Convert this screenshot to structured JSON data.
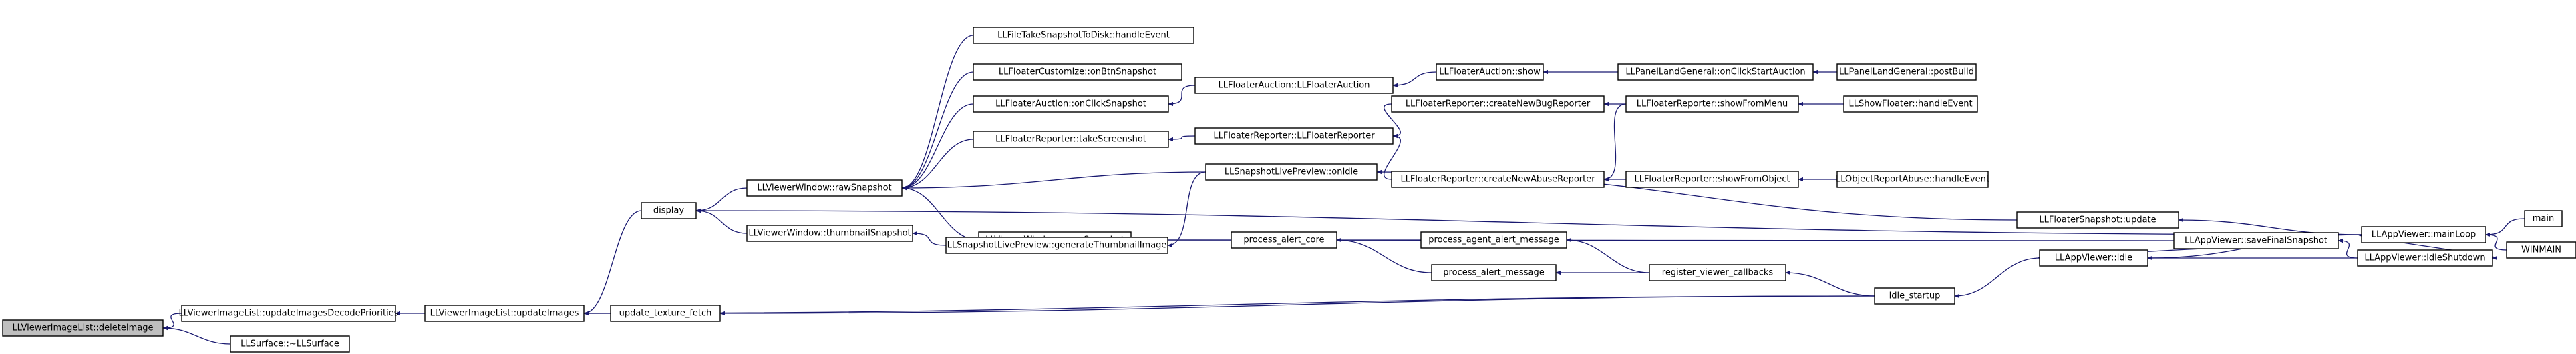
{
  "nodes": [
    {
      "id": "deleteImage",
      "label": "LLViewerImageList::deleteImage",
      "root": true
    },
    {
      "id": "updateDecode",
      "label": "LLViewerImageList::updateImagesDecodePriorities"
    },
    {
      "id": "surfaceDtor",
      "label": "LLSurface::~LLSurface"
    },
    {
      "id": "updateImages",
      "label": "LLViewerImageList::updateImages"
    },
    {
      "id": "textureFetch",
      "label": "update_texture_fetch"
    },
    {
      "id": "display",
      "label": "display"
    },
    {
      "id": "rawSnapshot",
      "label": "LLViewerWindow::rawSnapshot"
    },
    {
      "id": "thumbSnapshot",
      "label": "LLViewerWindow::thumbnailSnapshot"
    },
    {
      "id": "saveSnapshot",
      "label": "LLViewerWindow::saveSnapshot"
    },
    {
      "id": "fileTake",
      "label": "LLFileTakeSnapshotToDisk::handleEvent"
    },
    {
      "id": "custBtn",
      "label": "LLFloaterCustomize::onBtnSnapshot"
    },
    {
      "id": "auctionClick",
      "label": "LLFloaterAuction::onClickSnapshot"
    },
    {
      "id": "reporterTake",
      "label": "LLFloaterReporter::takeScreenshot"
    },
    {
      "id": "genThumb",
      "label": "LLSnapshotLivePreview::generateThumbnailImage"
    },
    {
      "id": "onIdle",
      "label": "LLSnapshotLivePreview::onIdle"
    },
    {
      "id": "auctionCtor",
      "label": "LLFloaterAuction::LLFloaterAuction"
    },
    {
      "id": "auctionShow",
      "label": "LLFloaterAuction::show"
    },
    {
      "id": "landStart",
      "label": "LLPanelLandGeneral::onClickStartAuction"
    },
    {
      "id": "landPost",
      "label": "LLPanelLandGeneral::postBuild"
    },
    {
      "id": "reporterCtor",
      "label": "LLFloaterReporter::LLFloaterReporter"
    },
    {
      "id": "createBug",
      "label": "LLFloaterReporter::createNewBugReporter"
    },
    {
      "id": "createAbuse",
      "label": "LLFloaterReporter::createNewAbuseReporter"
    },
    {
      "id": "showMenu",
      "label": "LLFloaterReporter::showFromMenu"
    },
    {
      "id": "showObject",
      "label": "LLFloaterReporter::showFromObject"
    },
    {
      "id": "showFloater",
      "label": "LLShowFloater::handleEvent"
    },
    {
      "id": "objAbuse",
      "label": "LLObjectReportAbuse::handleEvent"
    },
    {
      "id": "floaterUpdate",
      "label": "LLFloaterSnapshot::update"
    },
    {
      "id": "alertCore",
      "label": "process_alert_core"
    },
    {
      "id": "agentAlert",
      "label": "process_agent_alert_message"
    },
    {
      "id": "alertMsg",
      "label": "process_alert_message"
    },
    {
      "id": "regCallbacks",
      "label": "register_viewer_callbacks"
    },
    {
      "id": "idleStartup",
      "label": "idle_startup"
    },
    {
      "id": "appIdle",
      "label": "LLAppViewer::idle"
    },
    {
      "id": "saveFinal",
      "label": "LLAppViewer::saveFinalSnapshot"
    },
    {
      "id": "idleShutdown",
      "label": "LLAppViewer::idleShutdown"
    },
    {
      "id": "mainLoop",
      "label": "LLAppViewer::mainLoop"
    },
    {
      "id": "main",
      "label": "main"
    },
    {
      "id": "winmain",
      "label": "WINMAIN"
    }
  ]
}
